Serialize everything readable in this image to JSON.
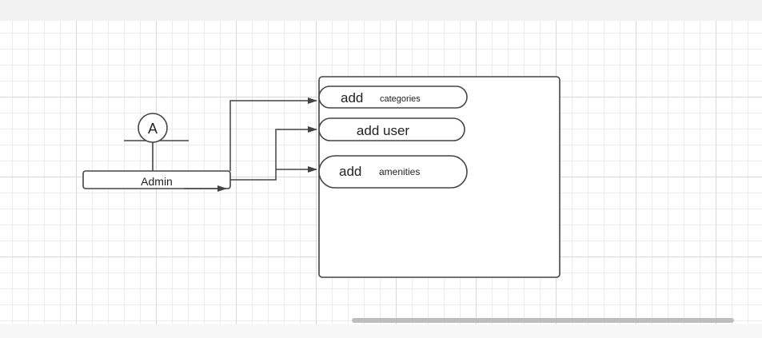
{
  "actor": {
    "symbol": "A",
    "label": "Admin"
  },
  "use_cases": [
    {
      "verb": "add",
      "object": "categories"
    },
    {
      "verb": "add user",
      "object": ""
    },
    {
      "verb": "add",
      "object": "amenities"
    }
  ],
  "colors": {
    "stroke": "#444444",
    "grid_major": "#d9d9d9",
    "grid_minor": "#ececec",
    "scrollbar": "#bdbdbd"
  }
}
